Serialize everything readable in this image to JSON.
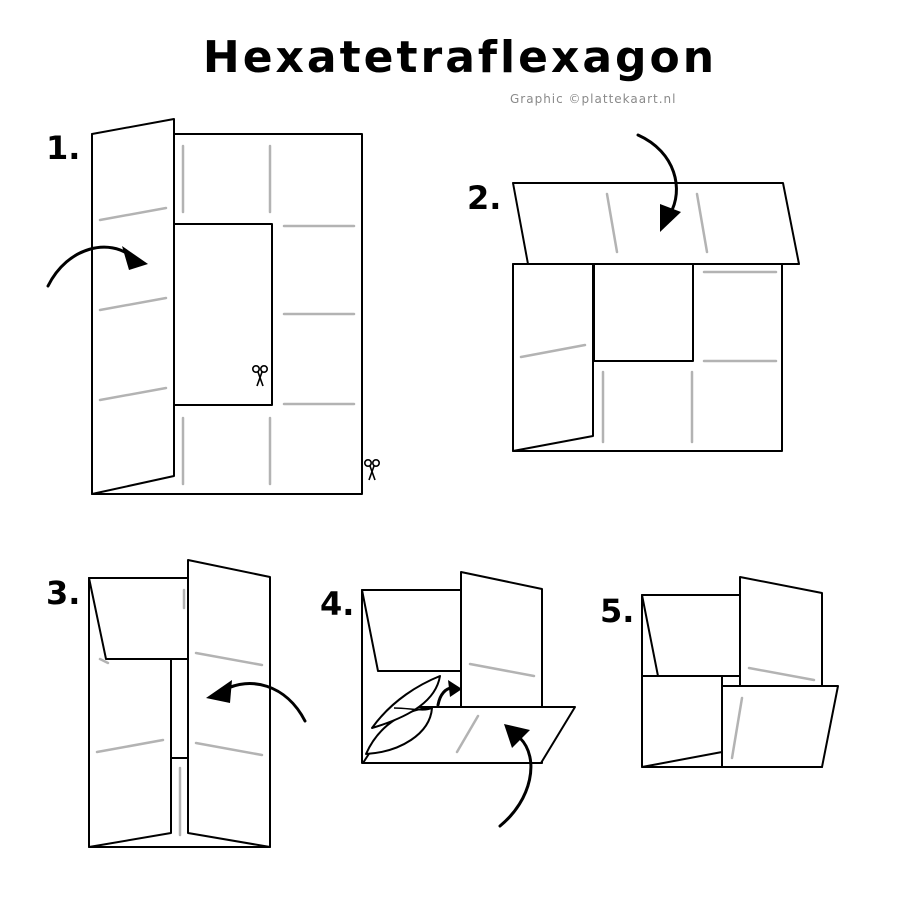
{
  "title": "Hexatetraflexagon",
  "credit": "Graphic ©plattekaart.nl",
  "steps": [
    {
      "number": "1."
    },
    {
      "number": "2."
    },
    {
      "number": "3."
    },
    {
      "number": "4."
    },
    {
      "number": "5."
    }
  ],
  "icons": {
    "cut": "scissors-icon",
    "fold": "curved-arrow-icon"
  },
  "colors": {
    "outline": "#000000",
    "crease": "#b3b3b3",
    "credit": "#8a8a8a"
  }
}
